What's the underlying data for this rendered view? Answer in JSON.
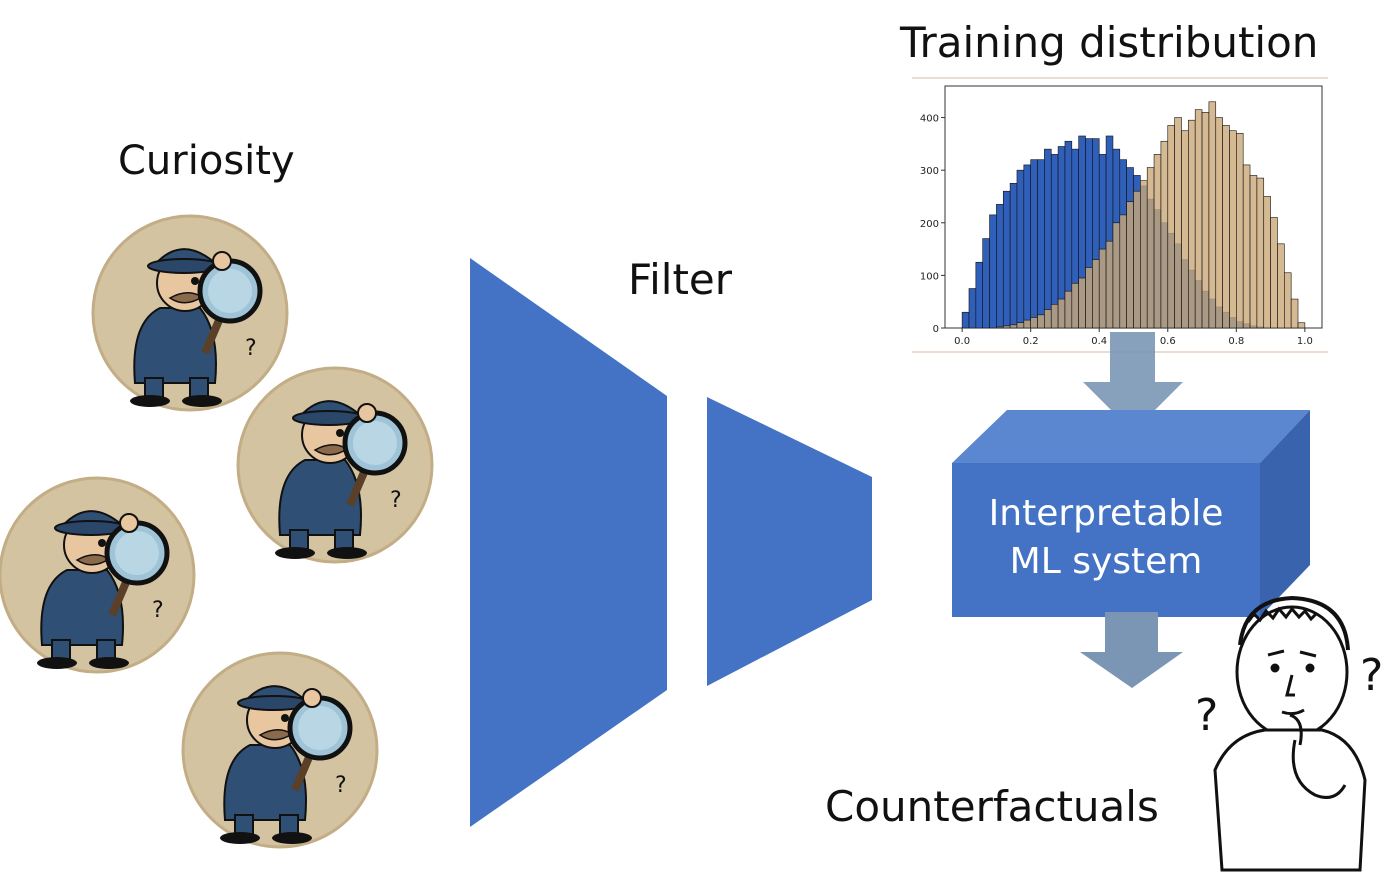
{
  "labels": {
    "curiosity": "Curiosity",
    "filter": "Filter",
    "training_distribution": "Training distribution",
    "counterfactuals": "Counterfactuals"
  },
  "system_box": {
    "line1": "Interpretable",
    "line2": "ML system"
  },
  "colors": {
    "funnel_blue": "#4472c4",
    "box_front": "#4472c4",
    "box_top": "#5b86d0",
    "box_side": "#3a63ad",
    "arrow": "#7a96b4",
    "hist_blue": "#2f5fb8",
    "hist_tan": "#c9a878",
    "badge_bg": "#d4c3a0"
  },
  "icons": [
    "detective-icon",
    "detective-icon",
    "detective-icon",
    "detective-icon",
    "thinking-person-icon",
    "question-mark-icon"
  ],
  "chart_data": {
    "type": "bar",
    "title": "",
    "xlabel": "",
    "ylabel": "",
    "xlim": [
      -0.05,
      1.05
    ],
    "ylim": [
      0,
      460
    ],
    "xticks": [
      "0.0",
      "0.2",
      "0.4",
      "0.6",
      "0.8",
      "1.0"
    ],
    "yticks": [
      "0",
      "100",
      "200",
      "300",
      "400"
    ],
    "bin_width": 0.02,
    "series": [
      {
        "color": "#2f5fb8",
        "x": [
          0.0,
          0.02,
          0.04,
          0.06,
          0.08,
          0.1,
          0.12,
          0.14,
          0.16,
          0.18,
          0.2,
          0.22,
          0.24,
          0.26,
          0.28,
          0.3,
          0.32,
          0.34,
          0.36,
          0.38,
          0.4,
          0.42,
          0.44,
          0.46,
          0.48,
          0.5,
          0.52,
          0.54,
          0.56,
          0.58,
          0.6,
          0.62,
          0.64,
          0.66,
          0.68,
          0.7,
          0.72,
          0.74,
          0.76,
          0.78,
          0.8,
          0.82,
          0.84,
          0.86
        ],
        "values": [
          30,
          75,
          125,
          170,
          215,
          235,
          260,
          275,
          300,
          310,
          320,
          320,
          340,
          330,
          345,
          355,
          340,
          365,
          360,
          360,
          330,
          365,
          340,
          320,
          305,
          290,
          270,
          245,
          225,
          200,
          180,
          160,
          130,
          110,
          90,
          70,
          55,
          40,
          30,
          20,
          12,
          8,
          4,
          2
        ]
      },
      {
        "color": "#c9a878",
        "x": [
          0.1,
          0.12,
          0.14,
          0.16,
          0.18,
          0.2,
          0.22,
          0.24,
          0.26,
          0.28,
          0.3,
          0.32,
          0.34,
          0.36,
          0.38,
          0.4,
          0.42,
          0.44,
          0.46,
          0.48,
          0.5,
          0.52,
          0.54,
          0.56,
          0.58,
          0.6,
          0.62,
          0.64,
          0.66,
          0.68,
          0.7,
          0.72,
          0.74,
          0.76,
          0.78,
          0.8,
          0.82,
          0.84,
          0.86,
          0.88,
          0.9,
          0.92,
          0.94,
          0.96,
          0.98
        ],
        "values": [
          2,
          4,
          6,
          10,
          15,
          20,
          25,
          35,
          45,
          55,
          70,
          85,
          95,
          115,
          130,
          150,
          165,
          200,
          215,
          240,
          260,
          280,
          305,
          330,
          355,
          385,
          400,
          375,
          395,
          415,
          410,
          430,
          400,
          385,
          375,
          370,
          310,
          290,
          285,
          250,
          210,
          160,
          105,
          55,
          10
        ]
      }
    ]
  }
}
